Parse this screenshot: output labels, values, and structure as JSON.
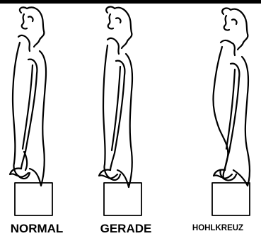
{
  "labels": {
    "normal": "NORMAL",
    "gerade": "GERADE",
    "hohlkreuz": "HOHLKREUZ"
  },
  "colors": {
    "ink": "#000000",
    "background": "#ffffff"
  }
}
